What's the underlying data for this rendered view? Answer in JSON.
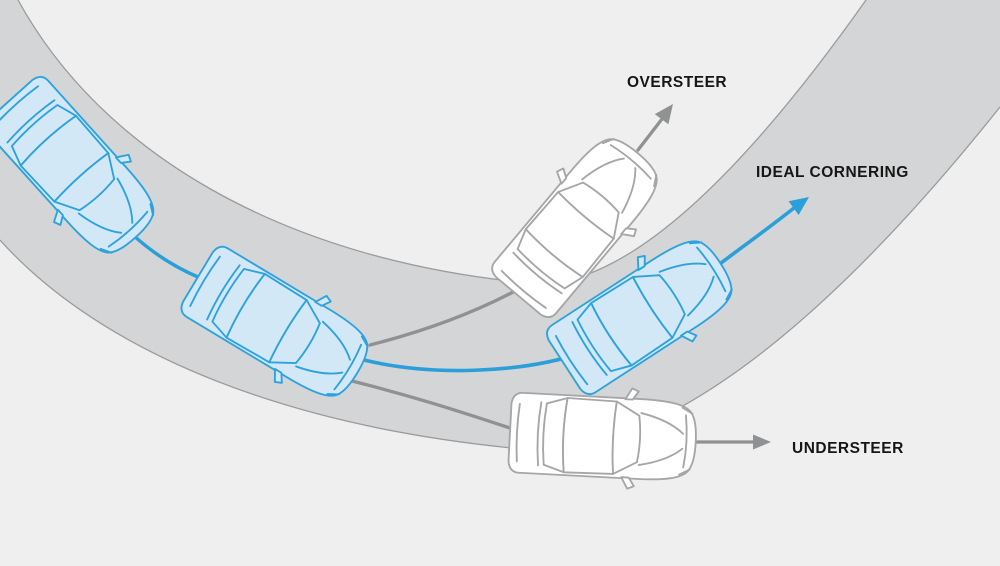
{
  "diagram": {
    "labels": {
      "oversteer": "OVERSTEER",
      "ideal_cornering": "IDEAL CORNERING",
      "understeer": "UNDERSTEER"
    },
    "cars": [
      {
        "name": "entry-car",
        "color_scheme": "blue"
      },
      {
        "name": "apex-car",
        "color_scheme": "blue"
      },
      {
        "name": "oversteer-car",
        "color_scheme": "white"
      },
      {
        "name": "ideal-cornering-car",
        "color_scheme": "blue"
      },
      {
        "name": "understeer-car",
        "color_scheme": "white"
      }
    ],
    "colors": {
      "background": "#efefef",
      "road": "#d4d5d6",
      "road_edge": "#9b9b9b",
      "gray_path": "#8f9192",
      "blue_path": "#2b9fd9",
      "blue_car_fill": "#d2e8f7",
      "blue_car_stroke": "#2da2dd",
      "white_car_fill": "#ffffff",
      "white_car_stroke": "#a6a6a6",
      "label_text": "#161616"
    }
  }
}
